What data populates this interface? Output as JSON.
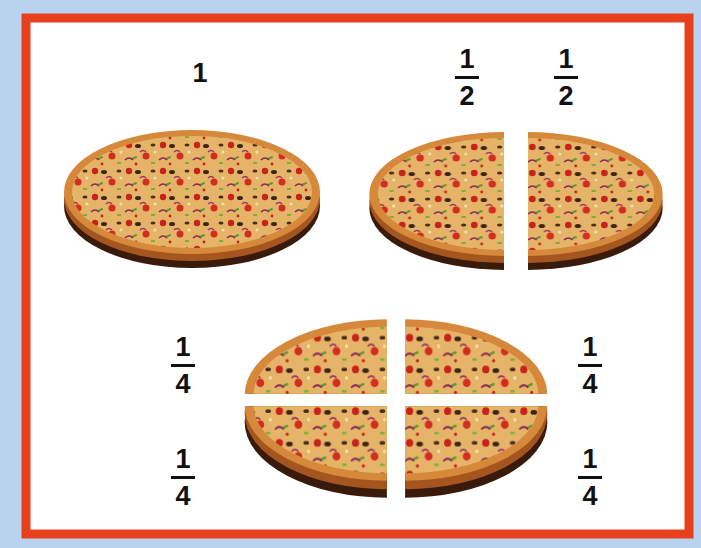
{
  "diagram": {
    "labels": [
      "1",
      "1",
      "2",
      "1",
      "2",
      "1",
      "4",
      "1",
      "4",
      "1",
      "4",
      "1",
      "4"
    ]
  }
}
